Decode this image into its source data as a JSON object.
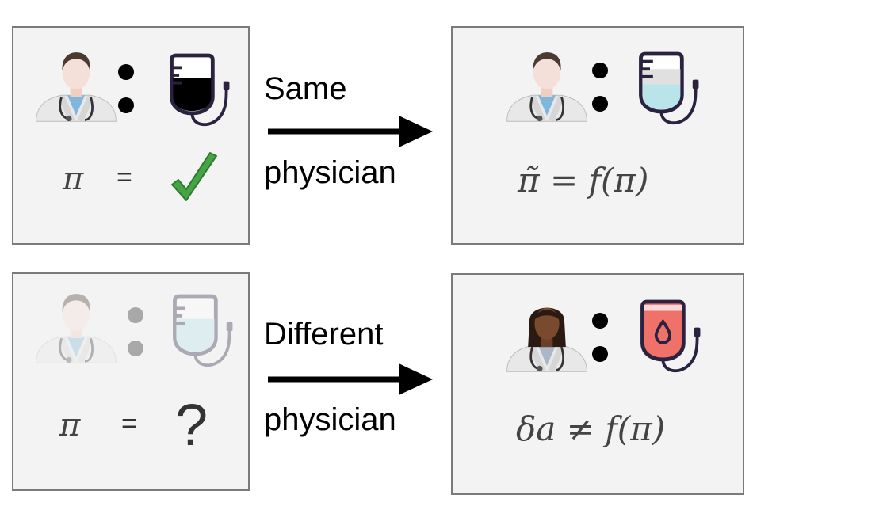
{
  "panels": {
    "top_left": {
      "formula_lhs": "π",
      "formula_eq": "=",
      "icon": "checkmark-icon"
    },
    "top_right": {
      "formula": "π̃ = f(π)",
      "icon": "iv-bag-icon"
    },
    "bottom_left": {
      "formula_lhs": "π",
      "formula_eq": "=",
      "formula_rhs": "?",
      "icon": "iv-bag-icon"
    },
    "bottom_right": {
      "formula": "δa ≠ f(π)",
      "icon": "blood-bag-icon"
    }
  },
  "arrows": {
    "top": {
      "label_top": "Same",
      "label_bottom": "physician"
    },
    "bottom": {
      "label_top": "Different",
      "label_bottom": "physician"
    }
  },
  "colors": {
    "panel_bg": "#f3f3f3",
    "panel_border": "#7a7a7a",
    "iv_fluid": "#b8e4ea",
    "blood": "#f0706a",
    "check": "#45a545"
  }
}
